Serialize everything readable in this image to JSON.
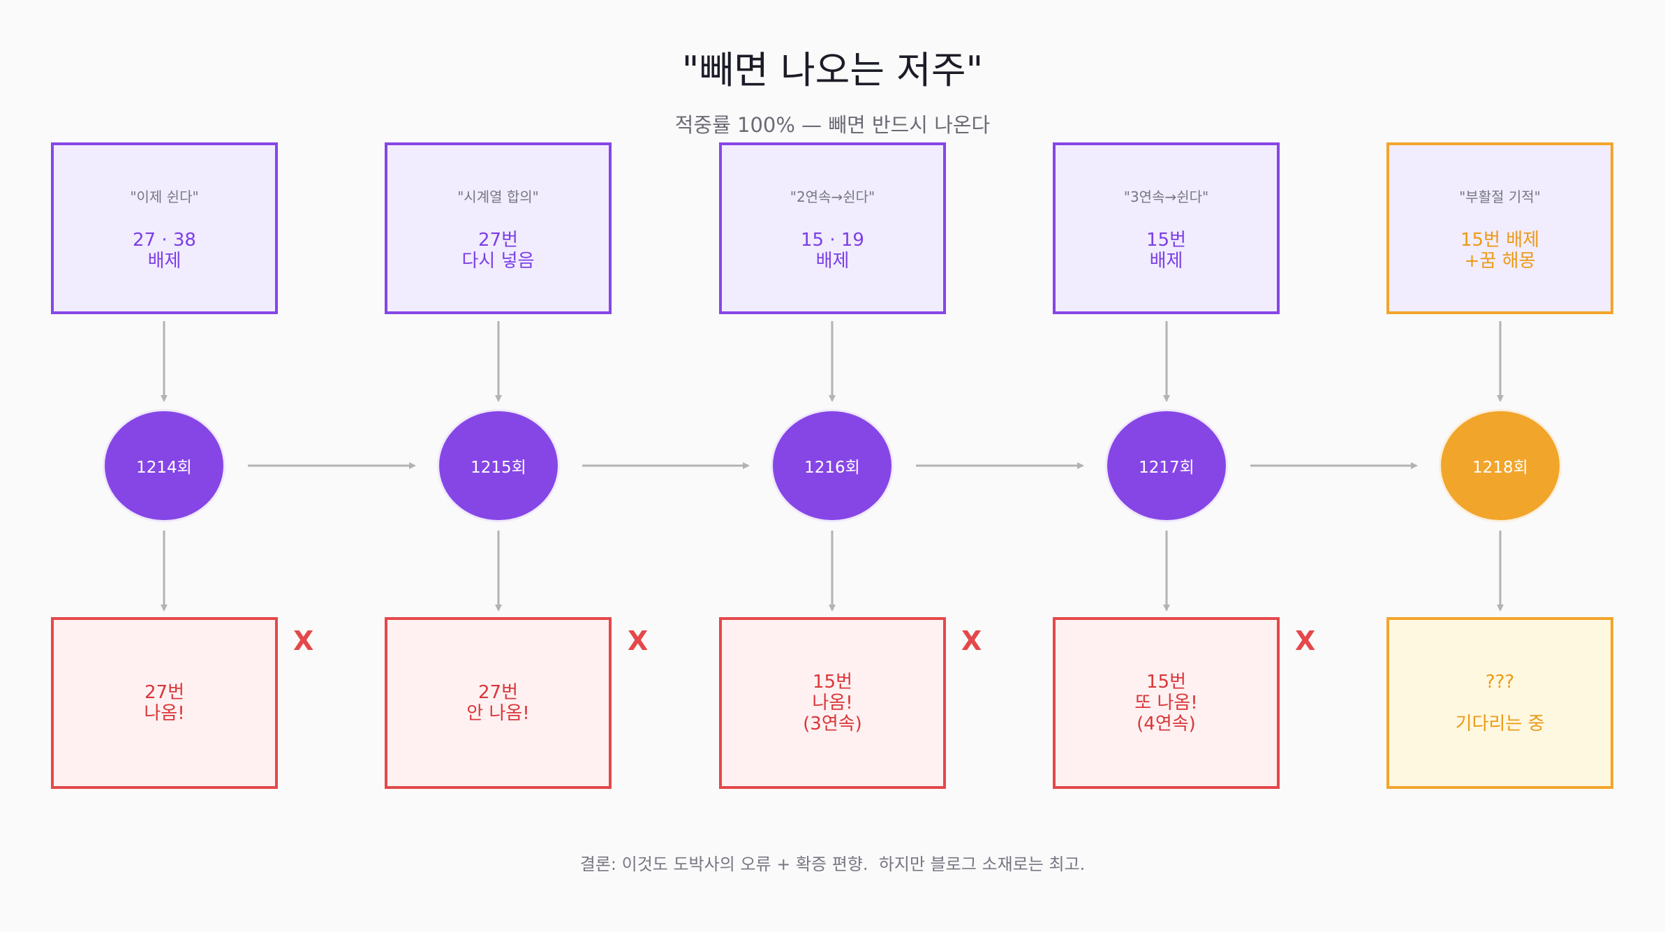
{
  "title": "\"빼면 나오는 저주\"",
  "subtitle": "적중률 100% — 빼면 반드시 나온다",
  "columns": [
    {
      "quote": "\"이제 쉰다\"",
      "strategy": [
        "27 · 38",
        "배제"
      ],
      "round": "1214회",
      "result": [
        "27번",
        "나옴!"
      ],
      "mark": "X"
    },
    {
      "quote": "\"시계열 합의\"",
      "strategy": [
        "27번",
        "다시 넣음"
      ],
      "round": "1215회",
      "result": [
        "27번",
        "안 나옴!"
      ],
      "mark": "X"
    },
    {
      "quote": "\"2연속→쉰다\"",
      "strategy": [
        "15 · 19",
        "배제"
      ],
      "round": "1216회",
      "result": [
        "15번",
        "나옴!",
        "(3연속)"
      ],
      "mark": "X"
    },
    {
      "quote": "\"3연속→쉰다\"",
      "strategy": [
        "15번",
        "배제"
      ],
      "round": "1217회",
      "result": [
        "15번",
        "또 나옴!",
        "(4연속)"
      ],
      "mark": "X"
    },
    {
      "quote": "\"부활절 기적\"",
      "strategy": [
        "15번 배제",
        "+꿈 해몽"
      ],
      "round": "1218회",
      "result": [
        "???",
        "",
        "기다리는 중"
      ],
      "mark": ""
    }
  ],
  "conclusion": "결론: 이것도 도박사의 오류 + 확증 편향.  하지만 블로그 소재로는 최고.",
  "colors": {
    "purple": "#8646e6",
    "orange": "#f2a52b",
    "red": "#e4484a",
    "arrow": "#b3b3b3"
  }
}
